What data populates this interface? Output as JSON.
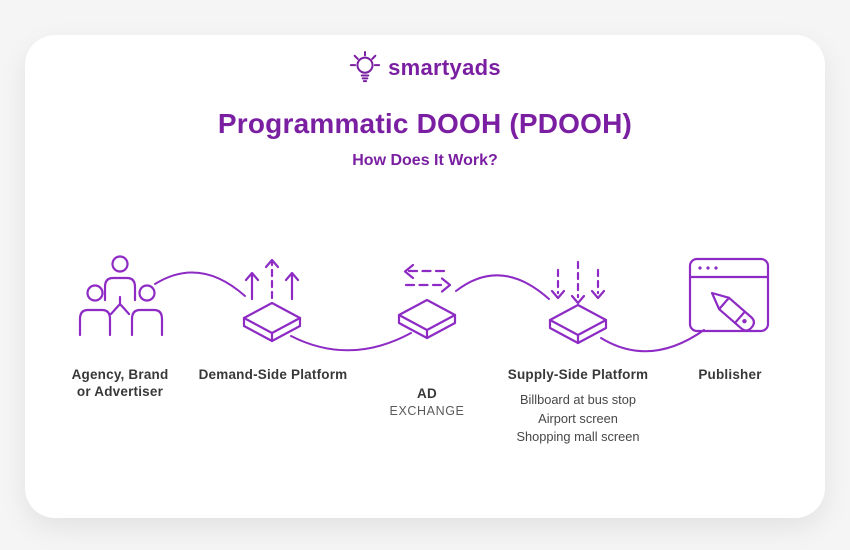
{
  "colors": {
    "page_background": "#f5f5f6",
    "card_background": "#ffffff",
    "brand_purple": "#7b1fa2",
    "icon_purple": "#8d2bc4",
    "label_dark": "#383838",
    "label_gray": "#5a5a5a"
  },
  "logo": {
    "brand": "smartyads",
    "icon": "lightbulb-icon"
  },
  "header": {
    "title": "Programmatic DOOH (PDOOH)",
    "subtitle": "How Does It Work?"
  },
  "diagram": {
    "nodes": [
      {
        "id": "advertiser",
        "icon": "people-group-icon",
        "label": "Agency, Brand\nor Advertiser"
      },
      {
        "id": "dsp",
        "icon": "platform-up-arrows-icon",
        "label": "Demand-Side Platform"
      },
      {
        "id": "ad-exchange",
        "icon": "platform-exchange-arrows-icon",
        "label_bold": "AD",
        "label_light": "EXCHANGE"
      },
      {
        "id": "ssp",
        "icon": "platform-down-arrows-icon",
        "label": "Supply-Side Platform",
        "examples": [
          "Billboard at bus stop",
          "Airport screen",
          "Shopping mall screen"
        ]
      },
      {
        "id": "publisher",
        "icon": "browser-pen-icon",
        "label": "Publisher"
      }
    ]
  }
}
